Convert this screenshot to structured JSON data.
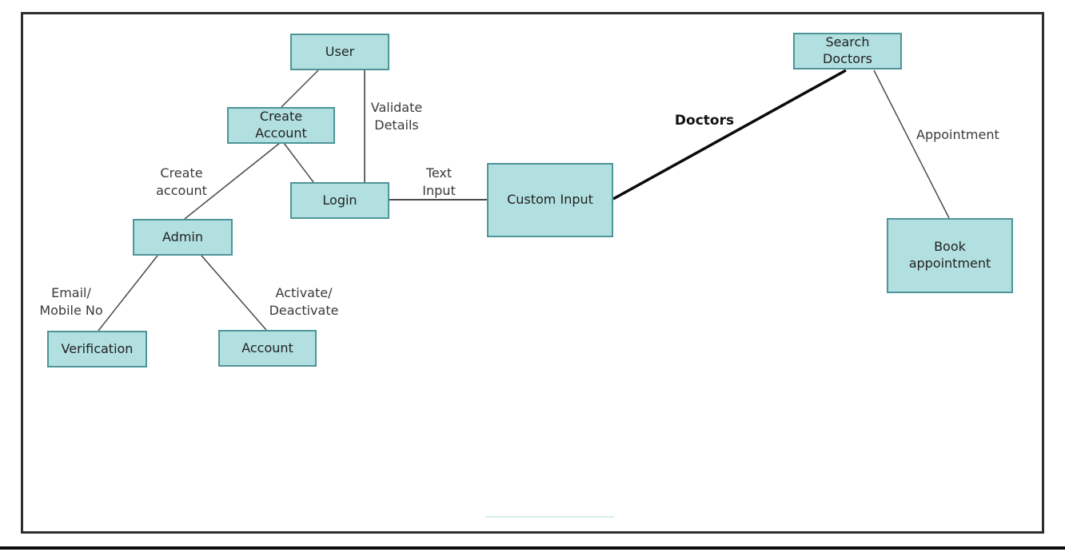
{
  "diagram": {
    "nodes": {
      "user": {
        "label": "User"
      },
      "create_account": {
        "label": "Create\nAccount"
      },
      "login": {
        "label": "Login"
      },
      "admin": {
        "label": "Admin"
      },
      "verification": {
        "label": "Verification"
      },
      "account": {
        "label": "Account"
      },
      "custom_input": {
        "label": "Custom Input"
      },
      "search_doctors": {
        "label": "Search\nDoctors"
      },
      "book_appointment": {
        "label": "Book\nappointment"
      }
    },
    "edge_labels": {
      "validate_details": "Validate\nDetails",
      "create_account": "Create\naccount",
      "text_input": "Text\nInput",
      "doctors": "Doctors",
      "appointment": "Appointment",
      "email_mobile_no": "Email/\nMobile No",
      "activate_deactivate": "Activate/\nDeactivate"
    },
    "colors": {
      "node_fill": "#b2dfe0",
      "node_border": "#4d9599",
      "edge_line": "#4a4a4a",
      "bold_edge_line": "#0a0a0a",
      "label_text": "#3a3a3a",
      "frame_border": "#2e2e2e"
    }
  }
}
